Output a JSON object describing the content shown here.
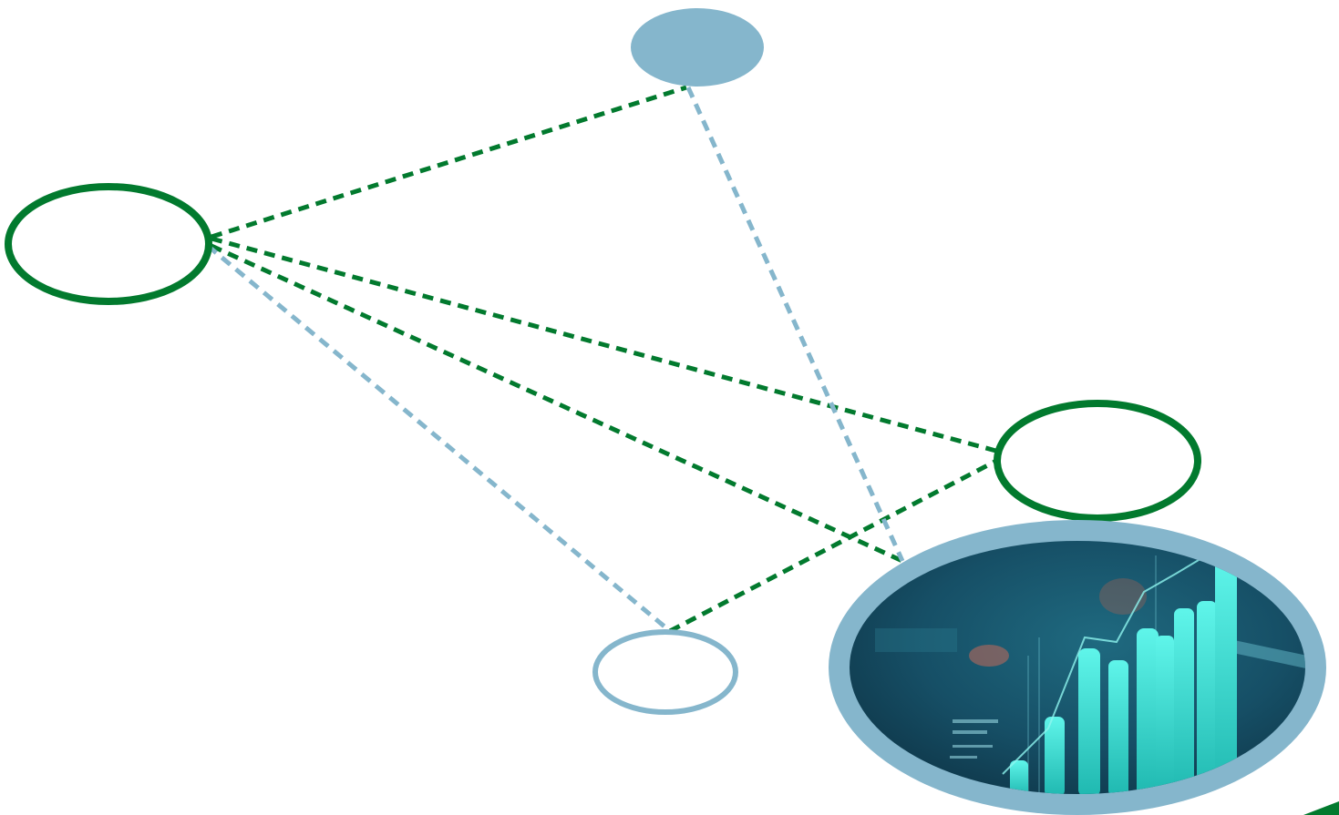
{
  "colors": {
    "background": "#ffffff",
    "green": "#027a2e",
    "blue": "#85b6cc",
    "photo_dark": "#0c2f40",
    "photo_mid": "#1a5a6e",
    "bar_cyan": "#34e6d8"
  },
  "diagram": {
    "nodes": [
      {
        "id": "top-node",
        "style": "filled-blue"
      },
      {
        "id": "left-node",
        "style": "outline-green"
      },
      {
        "id": "right-node",
        "style": "outline-green"
      },
      {
        "id": "bottom-node",
        "style": "outline-blue"
      },
      {
        "id": "photo-node",
        "style": "image-financial-chart"
      }
    ],
    "edges": [
      {
        "from": "left-node",
        "to": "top-node",
        "style": "dashed-green"
      },
      {
        "from": "left-node",
        "to": "right-node",
        "style": "dashed-green"
      },
      {
        "from": "left-node",
        "to": "photo-node",
        "style": "dashed-green"
      },
      {
        "from": "bottom-node",
        "to": "right-node",
        "style": "dashed-green"
      },
      {
        "from": "left-node",
        "to": "bottom-node",
        "style": "dashed-blue"
      },
      {
        "from": "top-node",
        "to": "photo-node",
        "style": "dashed-blue"
      }
    ]
  }
}
